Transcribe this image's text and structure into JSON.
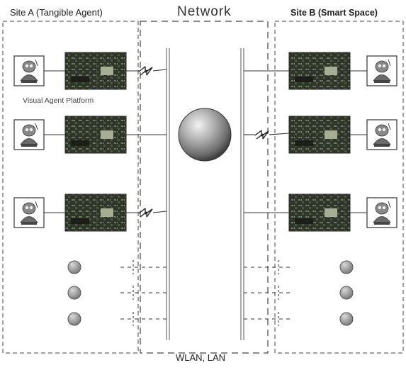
{
  "titles": {
    "site_a": "Site A (Tangible Agent)",
    "network": "Network",
    "site_b": "Site B (Smart Space)"
  },
  "labels": {
    "visual_agent_platform": "Visual Agent Platform",
    "wlan_lan": "WLAN, LAN"
  },
  "sites": {
    "site_a": {
      "agents": 3,
      "nodes": 3
    },
    "site_b": {
      "agents": 3,
      "nodes": 3
    }
  },
  "links": {
    "site_a": [
      "wireless",
      "wired",
      "wireless"
    ],
    "site_b": [
      "wired",
      "wireless",
      "wired"
    ]
  },
  "colors": {
    "border": "#444444",
    "board": "#2e352a",
    "board_light": "#6f7a5e",
    "node": "#9a9a9a",
    "globe": "#8c8c8c"
  },
  "icons": {
    "agent": "robot-icon",
    "board": "circuit-board-icon",
    "network": "globe-icon",
    "node": "node-icon",
    "wireless": "lightning-icon"
  }
}
